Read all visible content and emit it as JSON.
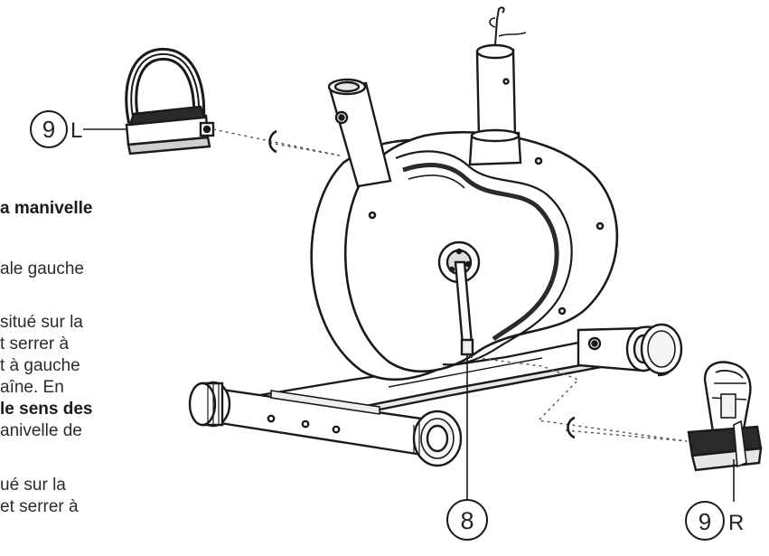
{
  "callouts": {
    "left_pedal": {
      "number": "9",
      "suffix": "L"
    },
    "crank": {
      "number": "8"
    },
    "right_pedal": {
      "number": "9",
      "suffix": "R"
    }
  },
  "instructions": {
    "lines": [
      {
        "text": "a manivelle",
        "bold": true
      },
      {
        "text": "ale gauche",
        "bold": false
      },
      {
        "text": "situé sur la",
        "bold": false
      },
      {
        "text": "t serrer à",
        "bold": false
      },
      {
        "text": "t à gauche",
        "bold": false
      },
      {
        "text": "aîne. En",
        "bold": false
      },
      {
        "text": "le sens des",
        "bold": true
      },
      {
        "text": "anivelle de",
        "bold": false
      },
      {
        "text": "ué sur la",
        "bold": false
      },
      {
        "text": "et serrer à",
        "bold": false
      }
    ]
  }
}
